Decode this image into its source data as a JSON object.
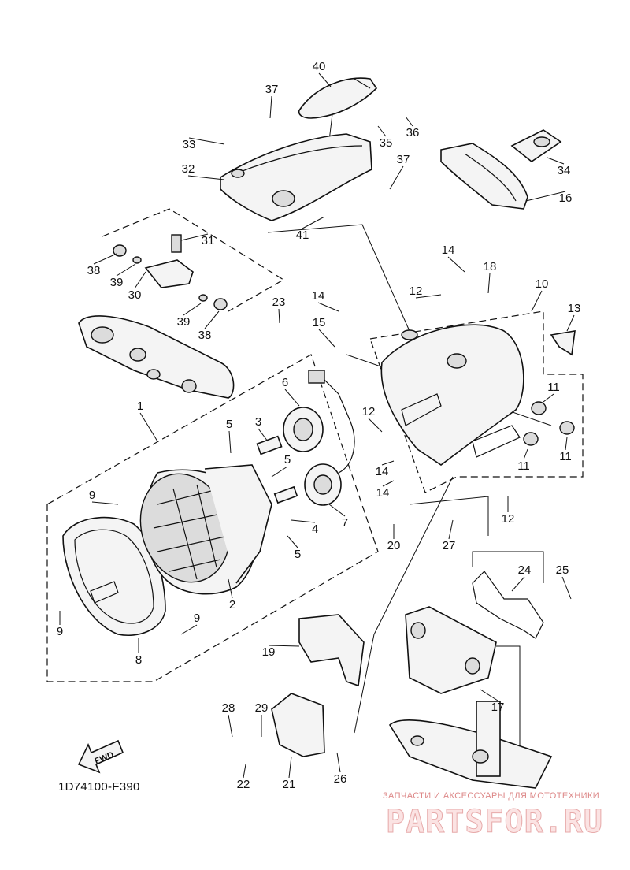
{
  "diagram": {
    "diagram_code": "1D74100-F390",
    "fwd_label": "FWD",
    "callouts": [
      {
        "id": "c1",
        "text": "1"
      },
      {
        "id": "c2",
        "text": "2"
      },
      {
        "id": "c3",
        "text": "3"
      },
      {
        "id": "c4",
        "text": "4"
      },
      {
        "id": "c5a",
        "text": "5"
      },
      {
        "id": "c5b",
        "text": "5"
      },
      {
        "id": "c5c",
        "text": "5"
      },
      {
        "id": "c6",
        "text": "6"
      },
      {
        "id": "c7",
        "text": "7"
      },
      {
        "id": "c8",
        "text": "8"
      },
      {
        "id": "c9a",
        "text": "9"
      },
      {
        "id": "c9b",
        "text": "9"
      },
      {
        "id": "c9c",
        "text": "9"
      },
      {
        "id": "c10",
        "text": "10"
      },
      {
        "id": "c11a",
        "text": "11"
      },
      {
        "id": "c11b",
        "text": "11"
      },
      {
        "id": "c11c",
        "text": "11"
      },
      {
        "id": "c12a",
        "text": "12"
      },
      {
        "id": "c12b",
        "text": "12"
      },
      {
        "id": "c12c",
        "text": "12"
      },
      {
        "id": "c13",
        "text": "13"
      },
      {
        "id": "c14a",
        "text": "14"
      },
      {
        "id": "c14b",
        "text": "14"
      },
      {
        "id": "c14c",
        "text": "14"
      },
      {
        "id": "c14d",
        "text": "14"
      },
      {
        "id": "c15",
        "text": "15"
      },
      {
        "id": "c16",
        "text": "16"
      },
      {
        "id": "c17",
        "text": "17"
      },
      {
        "id": "c18",
        "text": "18"
      },
      {
        "id": "c19",
        "text": "19"
      },
      {
        "id": "c20",
        "text": "20"
      },
      {
        "id": "c21",
        "text": "21"
      },
      {
        "id": "c22",
        "text": "22"
      },
      {
        "id": "c23",
        "text": "23"
      },
      {
        "id": "c24",
        "text": "24"
      },
      {
        "id": "c25",
        "text": "25"
      },
      {
        "id": "c26",
        "text": "26"
      },
      {
        "id": "c27",
        "text": "27"
      },
      {
        "id": "c28",
        "text": "28"
      },
      {
        "id": "c29",
        "text": "29"
      },
      {
        "id": "c30",
        "text": "30"
      },
      {
        "id": "c31",
        "text": "31"
      },
      {
        "id": "c32",
        "text": "32"
      },
      {
        "id": "c33",
        "text": "33"
      },
      {
        "id": "c34",
        "text": "34"
      },
      {
        "id": "c35",
        "text": "35"
      },
      {
        "id": "c36",
        "text": "36"
      },
      {
        "id": "c37a",
        "text": "37"
      },
      {
        "id": "c37b",
        "text": "37"
      },
      {
        "id": "c38a",
        "text": "38"
      },
      {
        "id": "c38b",
        "text": "38"
      },
      {
        "id": "c39a",
        "text": "39"
      },
      {
        "id": "c39b",
        "text": "39"
      },
      {
        "id": "c40",
        "text": "40"
      },
      {
        "id": "c41",
        "text": "41"
      }
    ]
  },
  "watermark": {
    "tagline": "ЗАПЧАСТИ И АКСЕССУАРЫ ДЛЯ МОТОТЕХНИКИ",
    "brand": "PARTSFOR.RU",
    "color": "#e7aaaa"
  }
}
